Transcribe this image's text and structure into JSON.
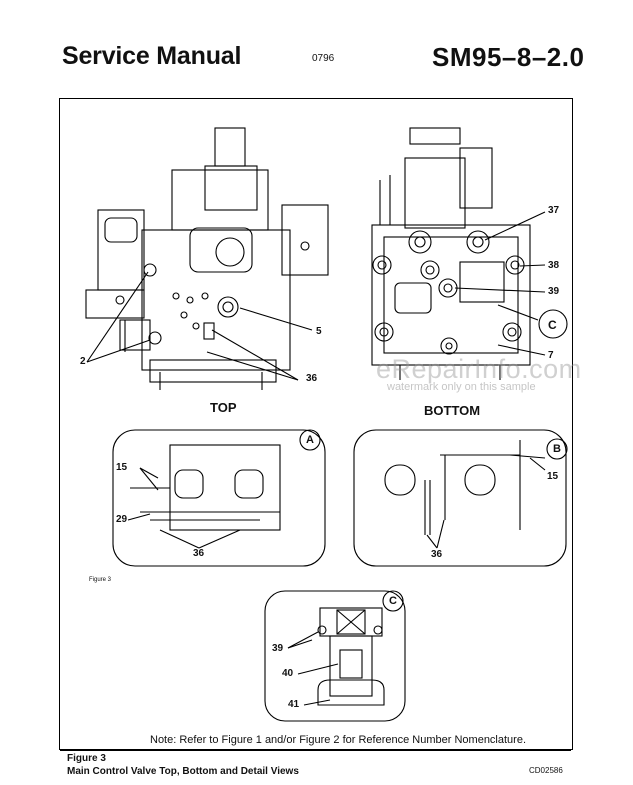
{
  "header": {
    "title": "Service Manual",
    "code": "0796",
    "doc_number": "SM95–8–2.0"
  },
  "views": {
    "top": "TOP",
    "bottom": "BOTTOM"
  },
  "callouts": {
    "top": [
      "2",
      "5",
      "36"
    ],
    "bottom": [
      "37",
      "38",
      "39",
      "C",
      "7"
    ],
    "detail_a": {
      "letter": "A",
      "nums": [
        "15",
        "29",
        "36"
      ]
    },
    "detail_b": {
      "letter": "B",
      "nums": [
        "15",
        "36"
      ]
    },
    "detail_c": {
      "letter": "C",
      "nums": [
        "39",
        "40",
        "41"
      ]
    }
  },
  "note": "Note:  Refer to Figure 1 and/or Figure 2 for Reference Number Nomenclature.",
  "caption": {
    "figure": "Figure 3",
    "title": "Main Control Valve Top, Bottom and Detail Views",
    "drawing_code": "CD02586"
  },
  "small_text": "Figure 3",
  "watermark": {
    "site": "eRepairInfo.com",
    "notice": "watermark only on this sample"
  }
}
